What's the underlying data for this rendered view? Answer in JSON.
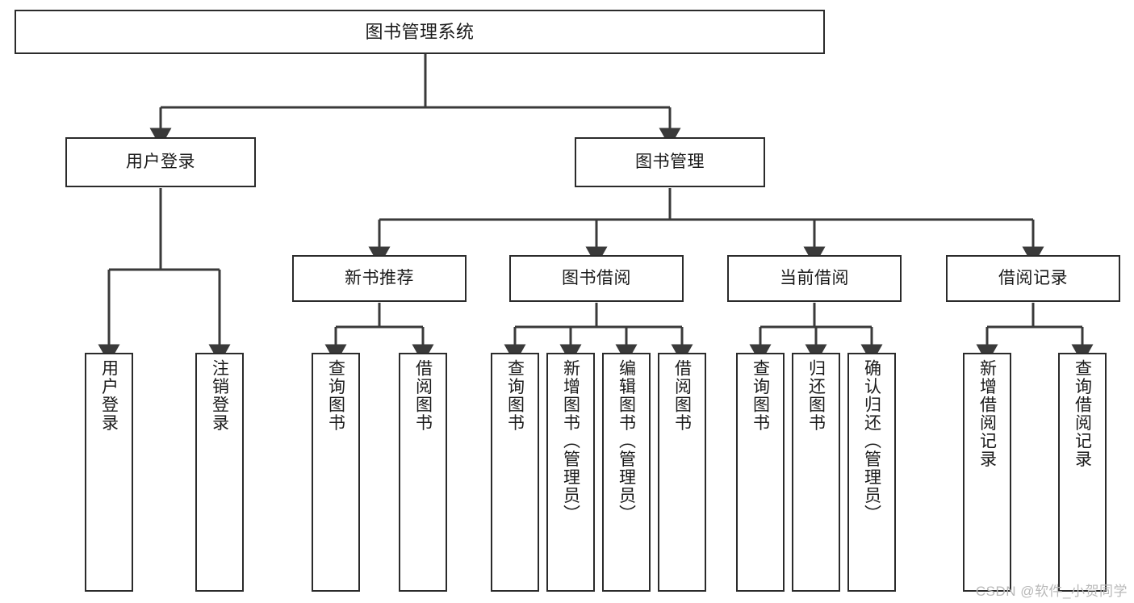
{
  "diagram": {
    "type": "tree",
    "title": "图书管理系统",
    "watermark": "CSDN @软件_小贺同学",
    "colors": {
      "box_border": "#2b2b2b",
      "box_fill": "#ffffff",
      "edge": "#3a3a3a",
      "text": "#1a1a1a",
      "watermark": "#b9b9b9",
      "background": "#ffffff"
    },
    "nodes": {
      "root": {
        "label": "图书管理系统"
      },
      "level2": [
        {
          "id": "user-login",
          "label": "用户登录"
        },
        {
          "id": "book-manage",
          "label": "图书管理"
        }
      ],
      "level3": [
        {
          "id": "new-book-recommend",
          "label": "新书推荐"
        },
        {
          "id": "book-borrow",
          "label": "图书借阅"
        },
        {
          "id": "current-borrow",
          "label": "当前借阅"
        },
        {
          "id": "borrow-record",
          "label": "借阅记录"
        }
      ],
      "leaves": {
        "user-login": [
          {
            "id": "leaf-user-login",
            "label": "用户登录"
          },
          {
            "id": "leaf-logout-login",
            "label": "注销登录"
          }
        ],
        "new-book-recommend": [
          {
            "id": "leaf-query-book-1",
            "label": "查询图书"
          },
          {
            "id": "leaf-borrow-book-1",
            "label": "借阅图书"
          }
        ],
        "book-borrow": [
          {
            "id": "leaf-query-book-2",
            "label": "查询图书"
          },
          {
            "id": "leaf-add-book",
            "label": "新增图书（管理员）"
          },
          {
            "id": "leaf-edit-book",
            "label": "编辑图书（管理员）"
          },
          {
            "id": "leaf-borrow-book-2",
            "label": "借阅图书"
          }
        ],
        "current-borrow": [
          {
            "id": "leaf-query-book-3",
            "label": "查询图书"
          },
          {
            "id": "leaf-return-book",
            "label": "归还图书"
          },
          {
            "id": "leaf-confirm-return",
            "label": "确认归还（管理员）"
          }
        ],
        "borrow-record": [
          {
            "id": "leaf-add-record",
            "label": "新增借阅记录"
          },
          {
            "id": "leaf-query-record",
            "label": "查询借阅记录"
          }
        ]
      }
    }
  }
}
